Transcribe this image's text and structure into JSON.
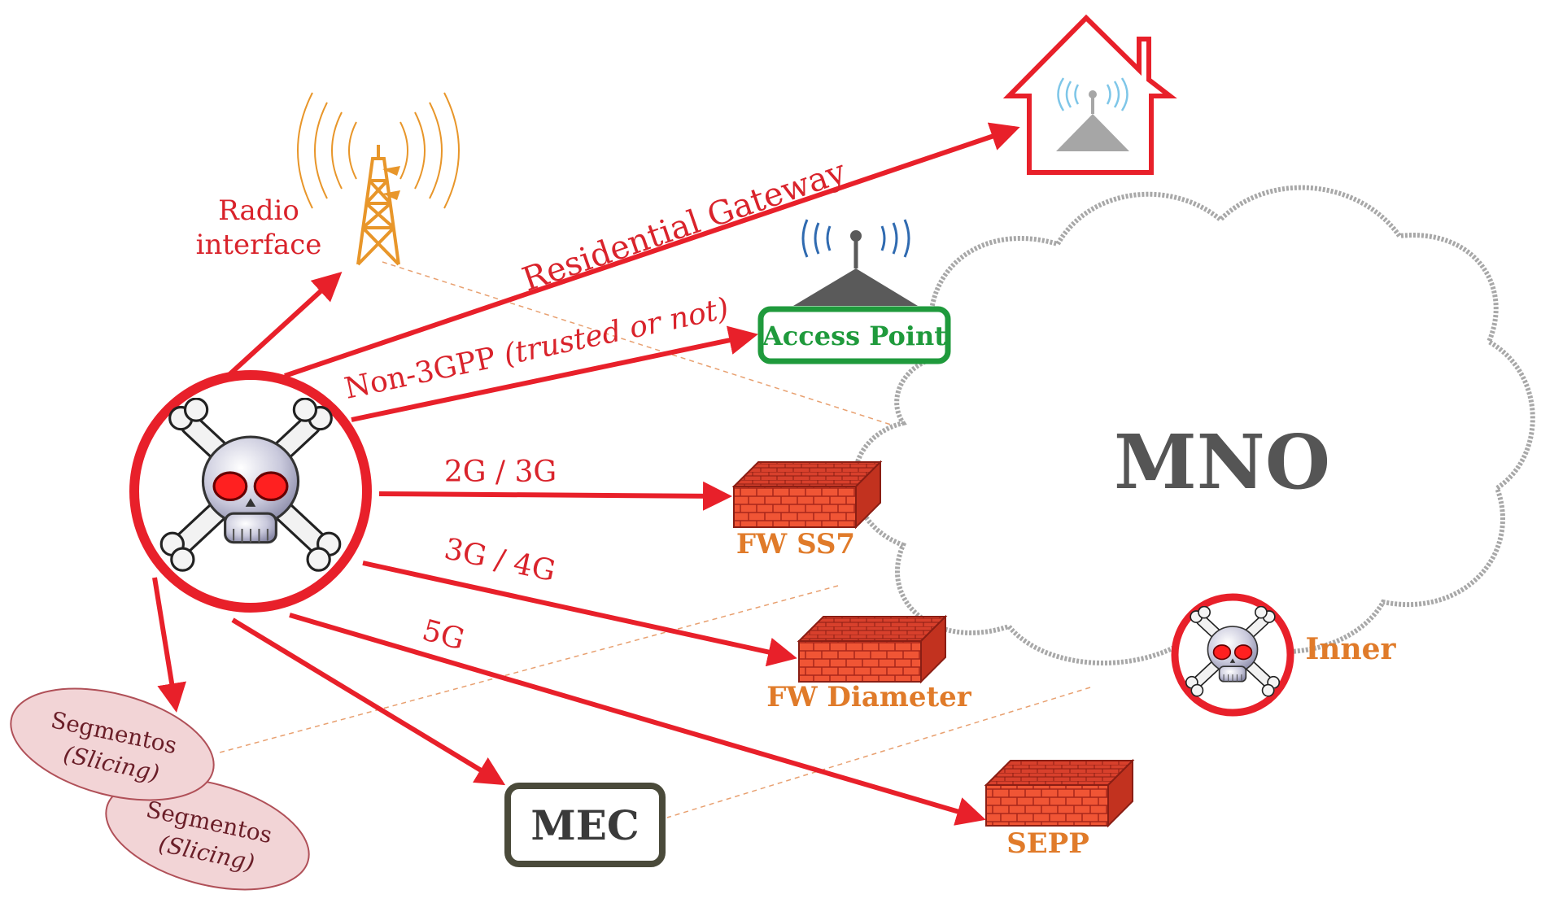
{
  "labels": {
    "radio_line1": "Radio",
    "radio_line2": "interface",
    "residential_gateway": "Residential Gateway",
    "non3gpp_prefix": "Non-3GPP ",
    "non3gpp_italic": "(trusted or not)",
    "access_point": "Access Point",
    "mno": "MNO",
    "link_2g3g": "2G / 3G",
    "link_3g4g": "3G / 4G",
    "link_5g": "5G",
    "fw_ss7": "FW SS7",
    "fw_diameter": "FW Diameter",
    "sepp": "SEPP",
    "mec": "MEC",
    "inner": "Inner",
    "slicing_1_line1": "Segmentos",
    "slicing_1_line2": "(Slicing)",
    "slicing_2_line1": "Segmentos",
    "slicing_2_line2": "(Slicing)"
  },
  "icons": {
    "attacker": "skull-crossbones-icon",
    "inner_attacker": "skull-crossbones-icon",
    "radio": "radio-tower-icon",
    "house": "house-wifi-icon",
    "access_point": "access-point-icon",
    "firewall": "brick-firewall-icon",
    "cloud": "cloud-icon"
  },
  "colors": {
    "arrow_red": "#e8202a",
    "label_red": "#d9232b",
    "firewall_label_orange": "#e07b2a",
    "access_point_green": "#1f9a3c",
    "mno_gray": "#555555",
    "mec_border": "#4a4a3a",
    "slicing_fill": "#f2d4d6",
    "tower_orange": "#e8962a"
  }
}
